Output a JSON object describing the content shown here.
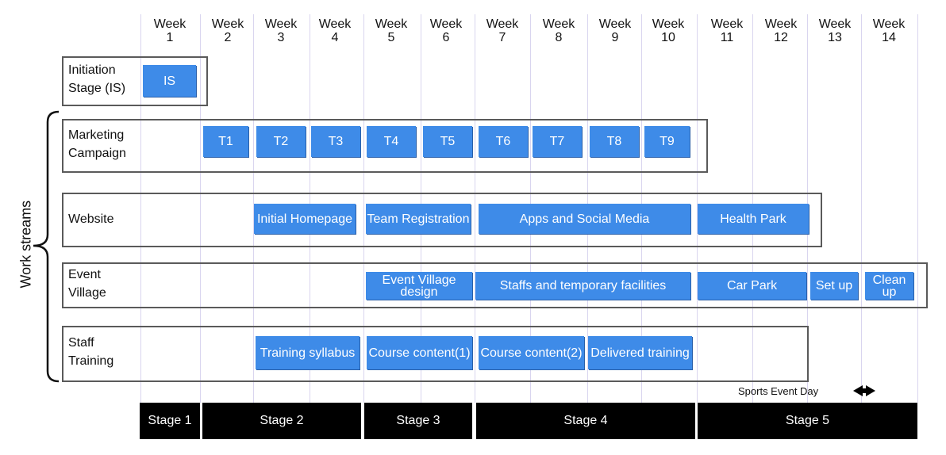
{
  "weeks": [
    "Week\n1",
    "Week\n2",
    "Week\n3",
    "Week\n4",
    "Week\n5",
    "Week\n6",
    "Week\n7",
    "Week\n8",
    "Week\n9",
    "Week\n10",
    "Week\n11",
    "Week\n12",
    "Week\n13",
    "Week\n14"
  ],
  "y_axis_label": "Work streams",
  "rows": {
    "initiation": {
      "label": "Initiation\nStage (IS)"
    },
    "marketing": {
      "label": "Marketing\nCampaign"
    },
    "website": {
      "label": "Website"
    },
    "event_village": {
      "label": "Event\nVillage"
    },
    "staff_training": {
      "label": "Staff\nTraining"
    }
  },
  "tasks": {
    "is": "IS",
    "t1": "T1",
    "t2": "T2",
    "t3": "T3",
    "t4": "T4",
    "t5": "T5",
    "t6": "T6",
    "t7": "T7",
    "t8": "T8",
    "t9": "T9",
    "initial_homepage": "Initial Homepage",
    "team_registration": "Team Registration",
    "apps_social": "Apps and Social Media",
    "health_park": "Health Park",
    "event_village_design": "Event Village\ndesign",
    "staffs_facilities": "Staffs and temporary facilities",
    "car_park": "Car Park",
    "set_up": "Set up",
    "clean_up": "Clean\nup",
    "training_syllabus": "Training syllabus",
    "course_content_1": "Course content(1)",
    "course_content_2": "Course content(2)",
    "delivered_training": "Delivered training"
  },
  "milestone": {
    "label": "Sports Event Day"
  },
  "stages": [
    "Stage 1",
    "Stage 2",
    "Stage 3",
    "Stage 4",
    "Stage 5"
  ],
  "colors": {
    "task_bar": "#3e8be8",
    "stage_bar": "#000000",
    "grid": "#d9d5ef"
  }
}
